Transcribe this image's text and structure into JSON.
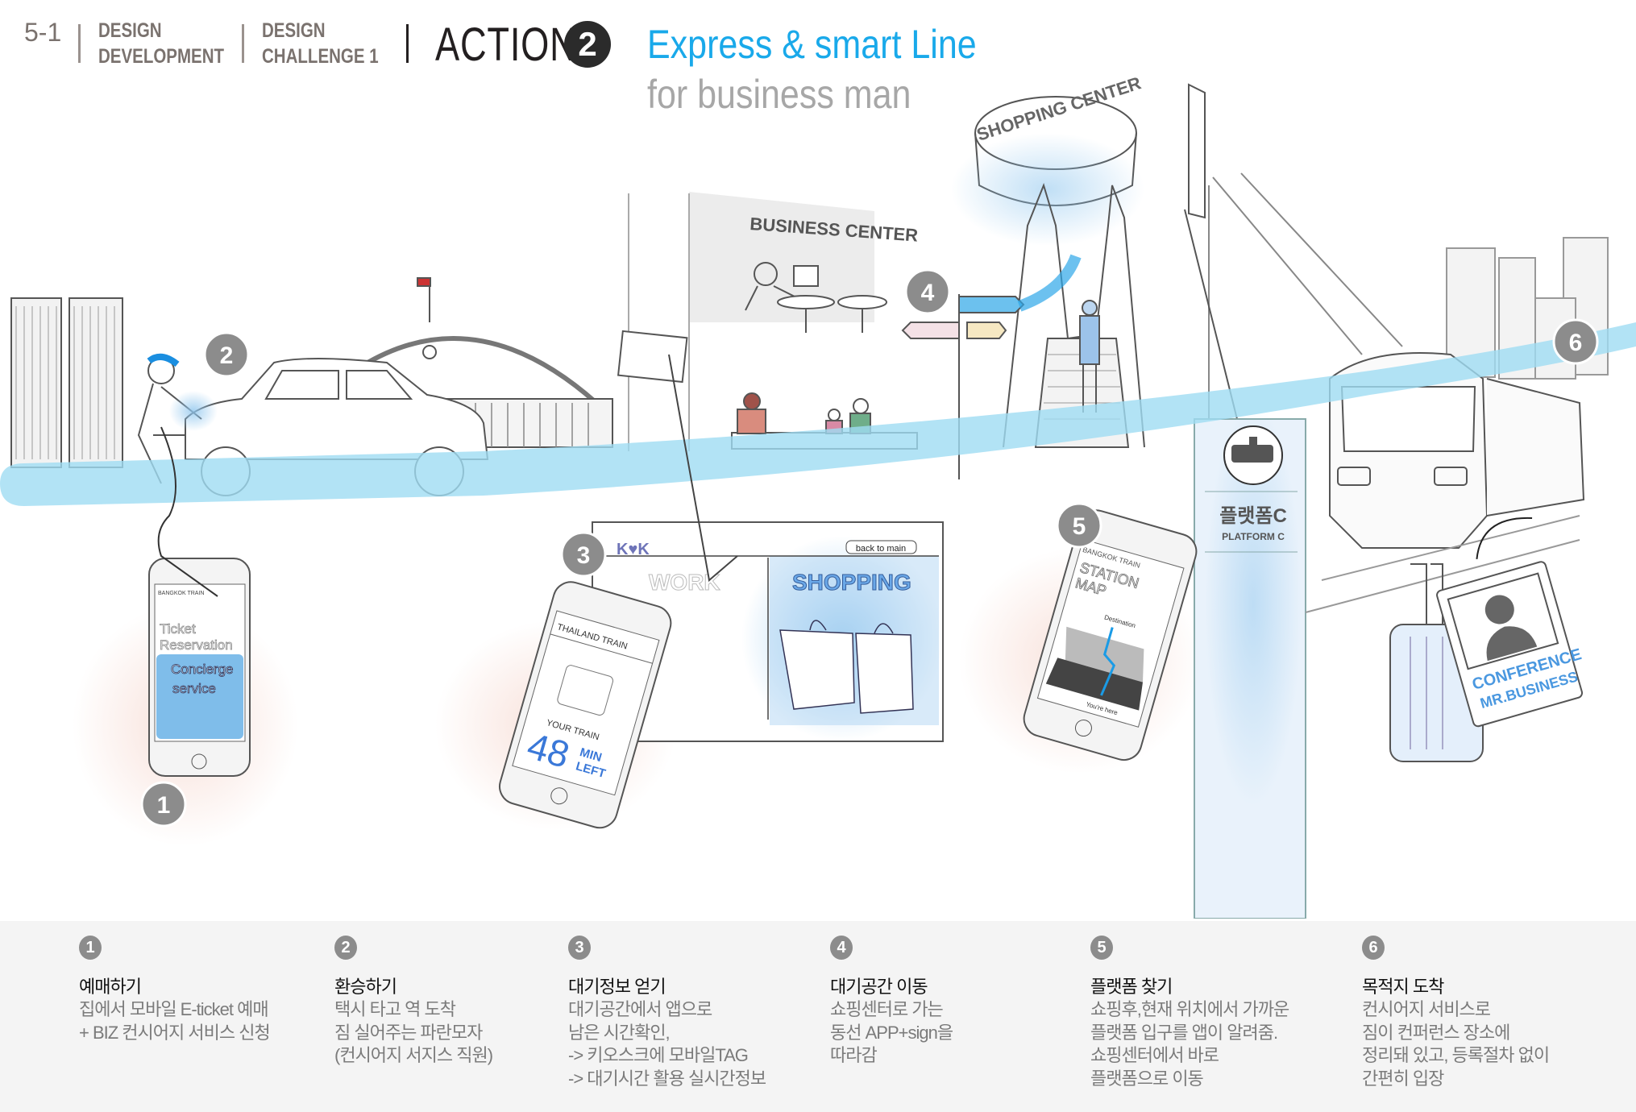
{
  "header": {
    "section_number": "5-1",
    "crumb1": [
      "DESIGN",
      "DEVELOPMENT"
    ],
    "crumb2": [
      "DESIGN",
      "CHALLENGE 1"
    ],
    "action_label": "ACTION",
    "action_number": "2",
    "title": "Express & smart Line",
    "subtitle": "for business man"
  },
  "colors": {
    "accent": "#19a9ea",
    "band": "#9fdcf2",
    "step_badge": "#8c8c8c"
  },
  "illustration": {
    "step_markers": [
      "1",
      "2",
      "3",
      "4",
      "5",
      "6"
    ],
    "business_center_sign": "BUSINESS CENTER",
    "shopping_center_sign": "SHOPPING CENTER",
    "phone1": {
      "brand": "BANGKOK TRAIN",
      "line1": "Ticket",
      "line2": "Reservation",
      "line3": "Concierge",
      "line4": "service"
    },
    "kiosk": {
      "logo": "K♥K",
      "back_button": "back to main",
      "left_tab": "WORK",
      "right_tab": "SHOPPING"
    },
    "phone3": {
      "header": "THAILAND TRAIN",
      "caption": "YOUR TRAIN",
      "minutes": "48",
      "unit1": "MIN",
      "unit2": "LEFT"
    },
    "phone5": {
      "brand": "BANGKOK TRAIN",
      "title1": "STATION",
      "title2": "MAP",
      "destination": "Destination",
      "here": "You're here"
    },
    "platform_sign": {
      "korean": "플랫폼C",
      "english": "PLATFORM C"
    },
    "badge": {
      "line1": "CONFERENCE",
      "line2": "MR.BUSINESS"
    }
  },
  "steps": [
    {
      "num": "1",
      "title": "예매하기",
      "lines": [
        "집에서 모바일 E-ticket 예매",
        "+ BIZ 컨시어지 서비스 신청"
      ]
    },
    {
      "num": "2",
      "title": "환승하기",
      "lines": [
        "택시 타고 역 도착",
        "짐 실어주는 파란모자",
        "(컨시어지 서지스 직원)"
      ]
    },
    {
      "num": "3",
      "title": "대기정보 얻기",
      "lines": [
        "대기공간에서 앱으로",
        "남은 시간확인,",
        "-> 키오스크에 모바일TAG",
        "-> 대기시간 활용 실시간정보"
      ]
    },
    {
      "num": "4",
      "title": "대기공간 이동",
      "lines": [
        "쇼핑센터로 가는",
        "동선 APP+sign을",
        "따라감"
      ]
    },
    {
      "num": "5",
      "title": "플랫폼 찾기",
      "lines": [
        "쇼핑후,현재 위치에서 가까운",
        "플랫폼 입구를 앱이 알려줌.",
        "쇼핑센터에서 바로",
        "플랫폼으로 이동"
      ]
    },
    {
      "num": "6",
      "title": "목적지 도착",
      "lines": [
        "컨시어지 서비스로",
        "짐이 컨퍼런스 장소에",
        "정리돼 있고, 등록절차 없이",
        "간편히 입장"
      ]
    }
  ]
}
